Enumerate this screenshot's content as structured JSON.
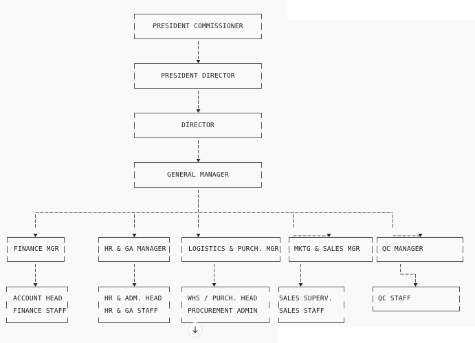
{
  "nodes": [
    {
      "id": "president-commissioner",
      "lines": [
        "PRESIDENT COMMISSIONER"
      ]
    },
    {
      "id": "president-director",
      "lines": [
        "PRESIDENT DIRECTOR"
      ]
    },
    {
      "id": "director",
      "lines": [
        "DIRECTOR"
      ]
    },
    {
      "id": "general-manager",
      "lines": [
        "GENERAL MANAGER"
      ]
    },
    {
      "id": "finance-mgr",
      "lines": [
        "FINANCE MGR"
      ]
    },
    {
      "id": "hr-ga-manager",
      "lines": [
        "HR & GA MANAGER"
      ]
    },
    {
      "id": "logistics-purch-mgr",
      "lines": [
        "LOGISTICS & PURCH. MGR"
      ]
    },
    {
      "id": "mktg-sales-mgr",
      "lines": [
        "MKTG & SALES MGR"
      ]
    },
    {
      "id": "qc-manager",
      "lines": [
        "QC MANAGER"
      ]
    },
    {
      "id": "finance-staff-box",
      "lines": [
        "ACCOUNT HEAD",
        "FINANCE STAFF"
      ]
    },
    {
      "id": "hr-staff-box",
      "lines": [
        "HR & ADM. HEAD",
        "HR & GA STAFF"
      ]
    },
    {
      "id": "logistics-staff-box",
      "lines": [
        "WHS / PURCH. HEAD",
        "PROCUREMENT ADMIN"
      ]
    },
    {
      "id": "sales-staff-box",
      "lines": [
        "SALES SUPERV.",
        "SALES STAFF"
      ]
    },
    {
      "id": "qc-staff-box",
      "lines": [
        "QC STAFF"
      ]
    }
  ],
  "edges": [
    [
      "president-commissioner",
      "president-director"
    ],
    [
      "president-director",
      "director"
    ],
    [
      "director",
      "general-manager"
    ],
    [
      "general-manager",
      "finance-mgr"
    ],
    [
      "general-manager",
      "hr-ga-manager"
    ],
    [
      "general-manager",
      "logistics-purch-mgr"
    ],
    [
      "general-manager",
      "mktg-sales-mgr"
    ],
    [
      "general-manager",
      "qc-manager"
    ],
    [
      "finance-mgr",
      "finance-staff-box"
    ],
    [
      "hr-ga-manager",
      "hr-staff-box"
    ],
    [
      "logistics-purch-mgr",
      "logistics-staff-box"
    ],
    [
      "mktg-sales-mgr",
      "sales-staff-box"
    ],
    [
      "qc-manager",
      "qc-staff-box"
    ]
  ],
  "ui": {
    "scroll_icon": "arrow-down-icon"
  }
}
